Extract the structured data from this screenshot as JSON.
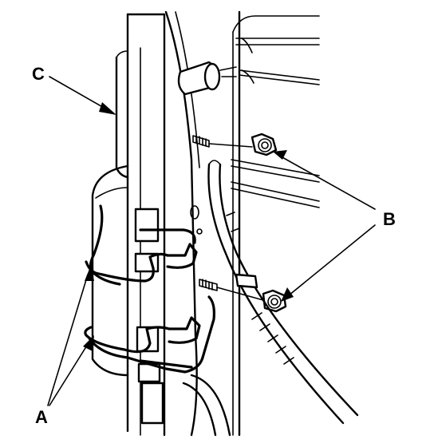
{
  "labels": {
    "a": "A",
    "b": "B",
    "c": "C"
  },
  "colors": {
    "line": "#000000",
    "background": "#ffffff",
    "shade": "#d9d9d9"
  }
}
